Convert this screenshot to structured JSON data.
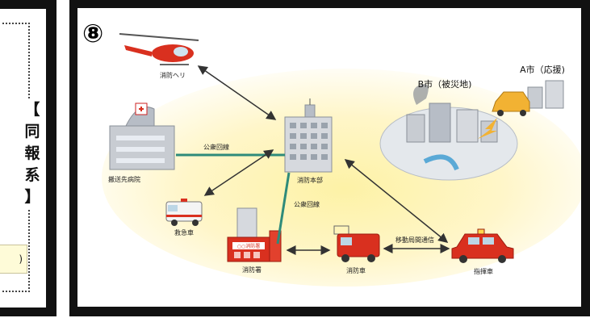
{
  "left_panel": {
    "vertical_chars": [
      "【",
      "同",
      "報",
      "系",
      "】"
    ],
    "box_text": ")"
  },
  "diagram": {
    "number_badge": "⑧",
    "nodes": {
      "helicopter": "消防ヘリ",
      "hospital": "搬送先病院",
      "hq": "消防本部",
      "ambulance": "救急車",
      "station": "消防署",
      "station_sign": "○○消防署",
      "fire_engine": "消防車",
      "command_car": "指揮車",
      "city_b": "B市（被災地)",
      "city_a": "A市（応援)"
    },
    "links": {
      "public_line_1": "公衆回線",
      "public_line_2": "公衆回線",
      "mobile_comm": "移動局間通信"
    },
    "colors": {
      "frame": "#111111",
      "glow": "#fdf2a6",
      "public_line": "#2e8b7a",
      "fire_red": "#d9301f",
      "building_gray": "#c8ccd2"
    }
  }
}
